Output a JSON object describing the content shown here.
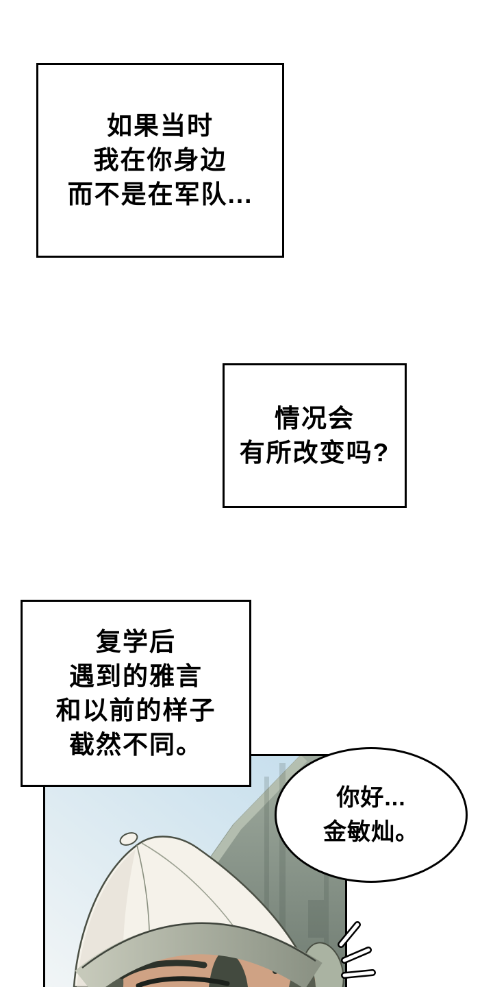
{
  "comic": {
    "narration_boxes": [
      {
        "lines": [
          "如果当时",
          "我在你身边",
          "而不是在军队..."
        ]
      },
      {
        "lines": [
          "情况会",
          "有所改变吗?"
        ]
      },
      {
        "lines": [
          "复学后",
          "遇到的雅言",
          "和以前的样子",
          "截然不同。"
        ]
      }
    ],
    "speech_bubble": {
      "lines": [
        "你好...",
        "金敏灿。"
      ]
    }
  },
  "colors": {
    "ink": "#000000",
    "paper": "#ffffff",
    "sky_top": "#c3ddec",
    "sky_bottom": "#f1f5f6",
    "building_top": "#9fab9f",
    "building_bottom": "#707c72",
    "building_light": "#b7c1b2",
    "building_shadow": "#3c4a42",
    "shoulder": "#aab3a2",
    "cap_white": "#f5f2ea",
    "cap_shade": "#e0dbd0",
    "cap_outline": "#4a4f44",
    "cap_seam": "#8a9080",
    "brim_light": "#c6c9ba",
    "brim_dark": "#8b9284",
    "brim_outline": "#3f443c",
    "skin": "#cfa284",
    "hair": "#575d50",
    "hair_dark": "#434a3f",
    "brow": "#2d322a",
    "eye": "#1c211c"
  }
}
